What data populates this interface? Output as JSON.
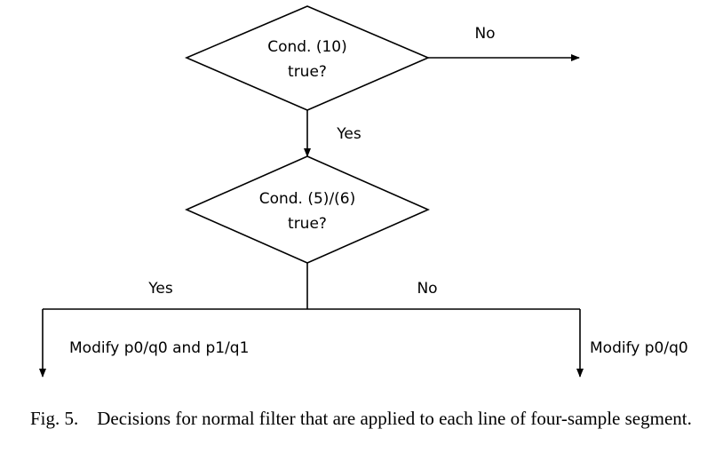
{
  "nodes": {
    "cond10": {
      "line1": "Cond. (10)",
      "line2": "true?"
    },
    "cond56": {
      "line1": "Cond. (5)/(6)",
      "line2": "true?"
    }
  },
  "edges": {
    "cond10_no": "No",
    "cond10_yes": "Yes",
    "cond56_yes": "Yes",
    "cond56_no": "No"
  },
  "actions": {
    "left": "Modify p0/q0 and p1/q1",
    "right": "Modify p0/q0"
  },
  "caption": {
    "label": "Fig. 5.",
    "text": "Decisions for normal filter that are applied to each line of four-sample segment."
  }
}
